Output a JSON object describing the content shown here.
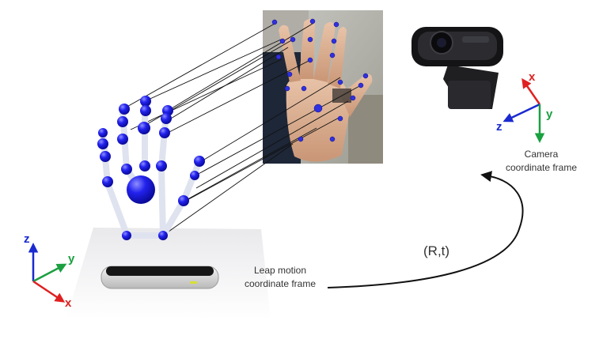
{
  "leap_frame": {
    "caption_line1": "Leap motion",
    "caption_line2": "coordinate frame",
    "axes": {
      "z": "z",
      "y": "y",
      "x": "x"
    }
  },
  "camera_frame": {
    "caption_line1": "Camera",
    "caption_line2": "coordinate frame",
    "axes": {
      "x": "x",
      "z": "z",
      "y": "y"
    }
  },
  "transform": {
    "label": "(R,t)"
  },
  "colors": {
    "joint": "#1a1aee",
    "bone": "#dfe3ef",
    "axis_red": "#e02020",
    "axis_green": "#1aa040",
    "axis_blue": "#1a2ad0",
    "arrow": "#111111"
  },
  "icons": [
    "hand-skeleton-icon",
    "leap-device-icon",
    "webcam-icon",
    "hand-photo-icon"
  ]
}
